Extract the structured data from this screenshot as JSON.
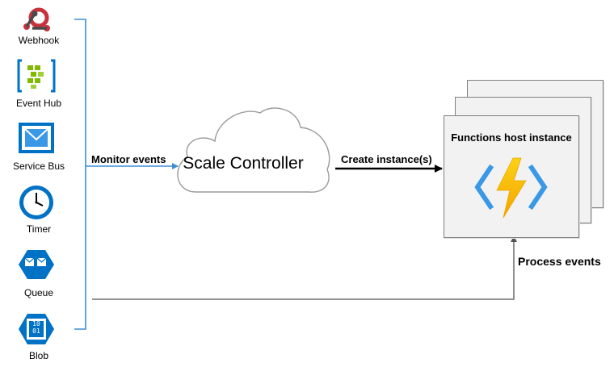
{
  "sources": [
    {
      "label": "Webhook",
      "icon": "webhook-icon"
    },
    {
      "label": "Event Hub",
      "icon": "event-hub-icon"
    },
    {
      "label": "Service Bus",
      "icon": "service-bus-icon"
    },
    {
      "label": "Timer",
      "icon": "timer-icon"
    },
    {
      "label": "Queue",
      "icon": "queue-icon"
    },
    {
      "label": "Blob",
      "icon": "blob-icon"
    }
  ],
  "edges": {
    "monitor_label": "Monitor events",
    "create_label": "Create instance(s)",
    "process_label": "Process events"
  },
  "scale_controller": {
    "label": "Scale Controller"
  },
  "host": {
    "title": "Functions host instance",
    "icon": "azure-functions-icon"
  },
  "blob_icon_text": {
    "top": "10",
    "bottom": "01"
  },
  "colors": {
    "bracket": "#3c8ed8",
    "azure_blue": "#0072c6",
    "event_hub_green": "#7fba00",
    "webhook_red": "#c8323c",
    "functions_yellow": "#fcd116",
    "functions_brackets": "#3999e6",
    "card_fill": "#f2f2f2",
    "card_border": "#7f7f7f"
  }
}
